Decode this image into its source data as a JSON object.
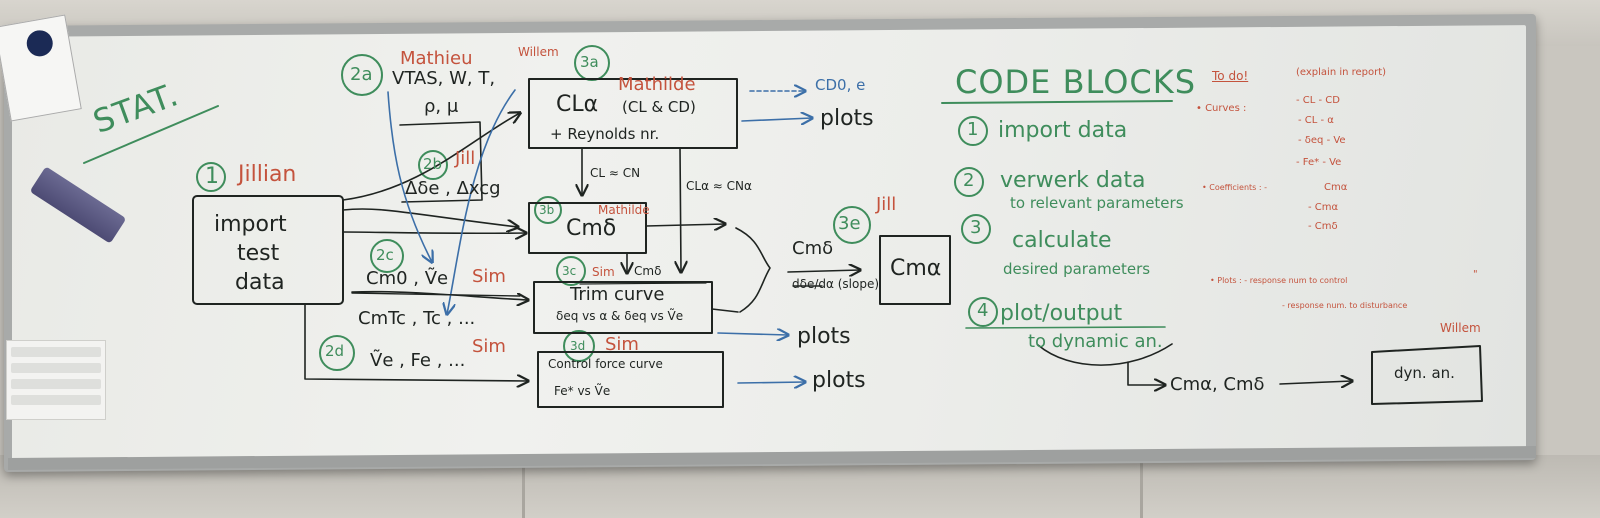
{
  "photo": {
    "subject": "whiteboard"
  },
  "board": {
    "title": "STAT.",
    "section_heading": "CODE BLOCKS",
    "todo": {
      "heading": "To do!",
      "note": "(explain in report)",
      "curves_label": "• Curves :",
      "curves": [
        "- CL - CD",
        "- CL - α",
        "- δeq - Ve",
        "- Fe* - Ve"
      ],
      "coefficients_label": "• Coefficients : -",
      "coefficients": [
        "Cmα",
        "- Cmα",
        "- Cmδ"
      ],
      "plots_label": "• Plots : - response num to control",
      "plots_item2": "- response num. to disturbance",
      "quote_mark": "\""
    },
    "blocks": [
      {
        "num": "1",
        "text": "import data"
      },
      {
        "num": "2",
        "text": "verwerk data",
        "text2": "to relevant parameters"
      },
      {
        "num": "3",
        "text": "calculate",
        "text2": "desired parameters"
      },
      {
        "num": "4",
        "text": "plot/output",
        "text2": "to dynamic an."
      }
    ],
    "output_vars": "Cmα, Cmδ",
    "dyn_box": "dyn. an.",
    "dyn_owner": "Willem",
    "flow": {
      "n1": {
        "tag": "1",
        "owner": "Jillian",
        "box": [
          "import",
          "test",
          "data"
        ]
      },
      "n2a": {
        "tag": "2a",
        "owner": "Mathieu",
        "owner2": "Willem",
        "vars1": "VTAS, W, T,",
        "vars2": "ρ, μ"
      },
      "n2b": {
        "tag": "2b",
        "owner": "Jill",
        "vars": "Δδe , Δxcg"
      },
      "n2c": {
        "tag": "2c",
        "owner": "Sim",
        "vars": "Cm0 , Ṽe",
        "vars2": "CmTc , Tc , ..."
      },
      "n2d": {
        "tag": "2d",
        "owner": "Sim",
        "vars": "Ṽe , Fe , ..."
      },
      "n3a": {
        "tag": "3a",
        "owner": "Mathilde",
        "line1": "CLα",
        "line1b": "(CL & CD)",
        "line2": "+ Reynolds nr.",
        "out1": "CD0, e",
        "out2": "plots"
      },
      "n3b": {
        "tag": "3b",
        "owner": "Mathilde",
        "box": "Cmδ",
        "approx1": "CL ≈ CN",
        "approx2": "CLα ≈ CNα"
      },
      "n3c": {
        "tag": "3c",
        "owner": "Sim",
        "label": "Cmδ",
        "line1": "Trim curve",
        "line2": "δeq vs α & δeq vs Ṽe",
        "out": "plots"
      },
      "n3d": {
        "tag": "3d",
        "owner": "Sim",
        "line1": "Control force curve",
        "line2": "Fe* vs Ṽe",
        "out": "plots"
      },
      "n3e": {
        "tag": "3e",
        "owner": "Jill",
        "label1": "Cmδ",
        "label2": "dδe/dα (slope)",
        "box": "Cmα"
      }
    }
  }
}
